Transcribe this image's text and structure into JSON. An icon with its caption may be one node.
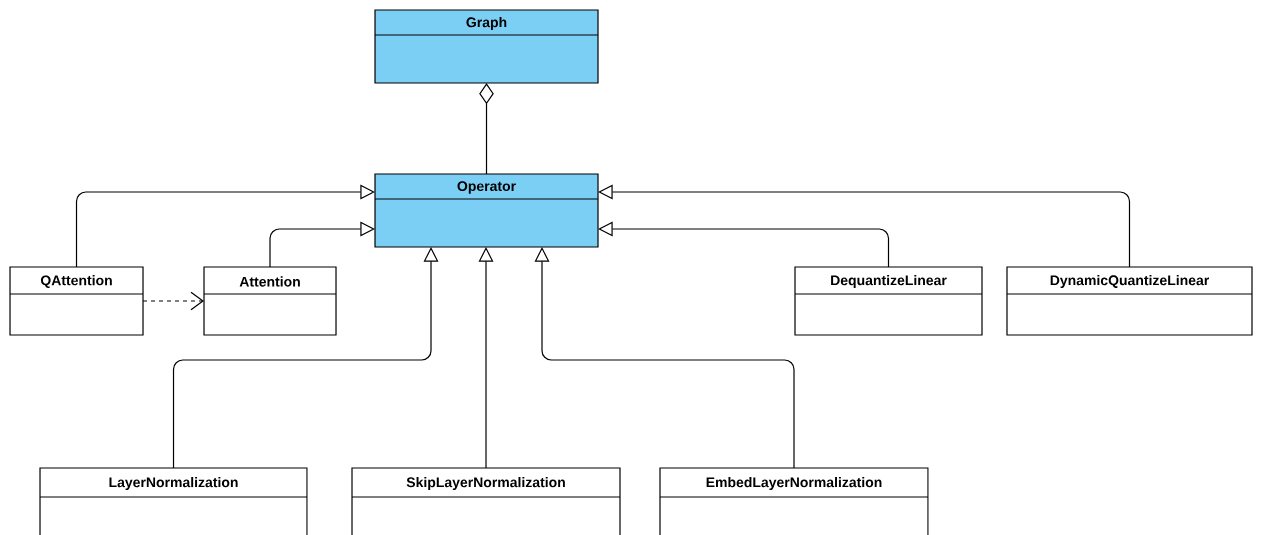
{
  "diagram": {
    "nodes": [
      {
        "text": [
          "Graph"
        ]
      },
      {
        "text": [
          "Operator"
        ]
      },
      {
        "text": [
          "QAttention"
        ]
      },
      {
        "text": [
          "Attention"
        ]
      },
      {
        "text": [
          "DequantizeLinear"
        ]
      },
      {
        "text": [
          "DynamicQuantizeLinear"
        ]
      },
      {
        "text": [
          "LayerNormalization"
        ]
      },
      {
        "text": [
          "SkipLayerNormalization"
        ]
      },
      {
        "text": [
          "EmbedLayerNormalization"
        ]
      }
    ],
    "edges": [
      {
        "from": 1,
        "to": 0,
        "arrow": "other"
      },
      {
        "from": 2,
        "to": 1,
        "arrow": "to"
      },
      {
        "from": 3,
        "to": 1,
        "arrow": "to"
      },
      {
        "from": 2,
        "to": 3,
        "arrow": "to",
        "style": "dashed"
      },
      {
        "from": 4,
        "to": 1,
        "arrow": "to"
      },
      {
        "from": 5,
        "to": 1,
        "arrow": "to"
      },
      {
        "from": 6,
        "to": 1,
        "arrow": "to"
      },
      {
        "from": 7,
        "to": 1,
        "arrow": "to"
      },
      {
        "from": 8,
        "to": 1,
        "arrow": "to"
      }
    ]
  }
}
